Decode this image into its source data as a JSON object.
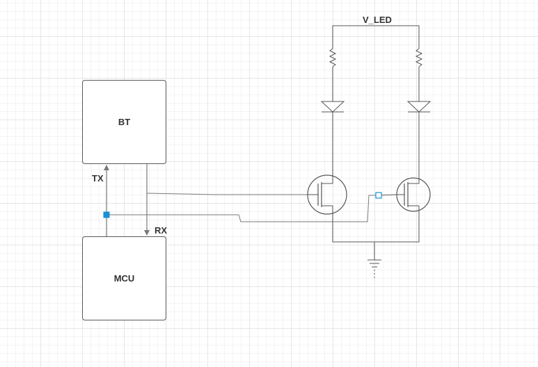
{
  "blocks": {
    "bt": "BT",
    "mcu": "MCU"
  },
  "labels": {
    "tx": "TX",
    "rx": "RX",
    "v_led": "V_LED"
  },
  "colors": {
    "wire": "#7a7a7a",
    "component": "#555555",
    "selection": "#1a8fd6"
  },
  "icons": [
    "resistor-icon",
    "led-icon",
    "mosfet-icon",
    "ground-icon"
  ]
}
